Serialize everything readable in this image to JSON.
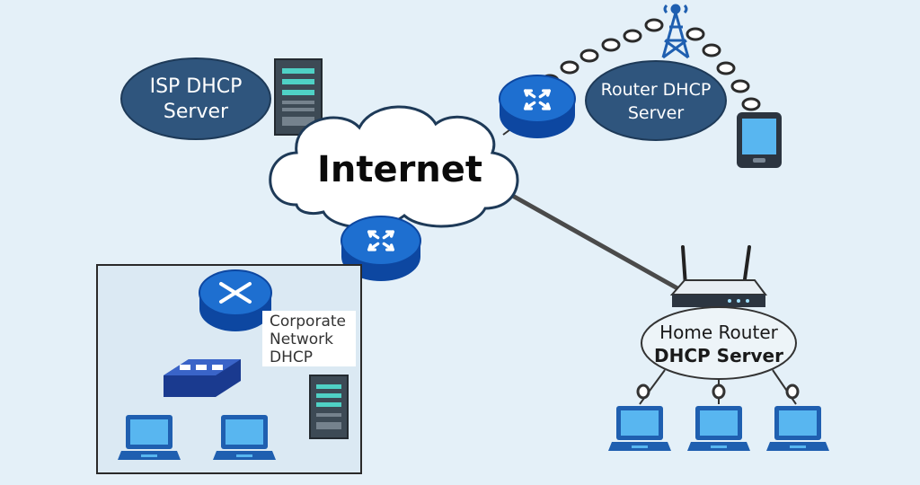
{
  "labels": {
    "internet": "Internet",
    "isp_line1": "ISP DHCP",
    "isp_line2": "Server",
    "router_line1": "Router DHCP",
    "router_line2": "Server",
    "corp_line1": "Corporate",
    "corp_line2": "Network",
    "corp_line3": "DHCP",
    "home_line1": "Home Router",
    "home_line2": "DHCP Server"
  },
  "colors": {
    "background": "#e4f0f8",
    "router_blue": "#1565c0",
    "router_top": "#2f7fd0",
    "ellipse_fill": "#2f557d",
    "server_dark": "#3d4a55",
    "server_led": "#4fd1c5",
    "screen_blue": "#58b6f0",
    "switch_blue": "#2b52b8"
  }
}
